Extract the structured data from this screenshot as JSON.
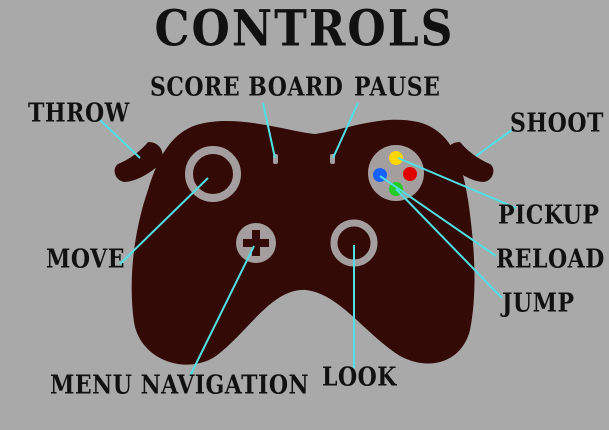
{
  "title": "CONTROLS",
  "labels": {
    "throw": "THROW",
    "score_board": "SCORE BOARD",
    "pause": "PAUSE",
    "shoot": "SHOOT",
    "move": "MOVE",
    "pickup": "PICKUP",
    "reload": "RELOAD",
    "jump": "JUMP",
    "look": "LOOK",
    "menu_navigation": "MENU NAVIGATION"
  },
  "colors": {
    "background": "#a9a9a9",
    "controller": "#330a05",
    "stick_ring": "#a59e9e",
    "leader_line": "#4fe0e6",
    "button_yellow": "#ffd700",
    "button_red": "#e00000",
    "button_blue": "#1560ff",
    "button_green": "#22cc22"
  }
}
